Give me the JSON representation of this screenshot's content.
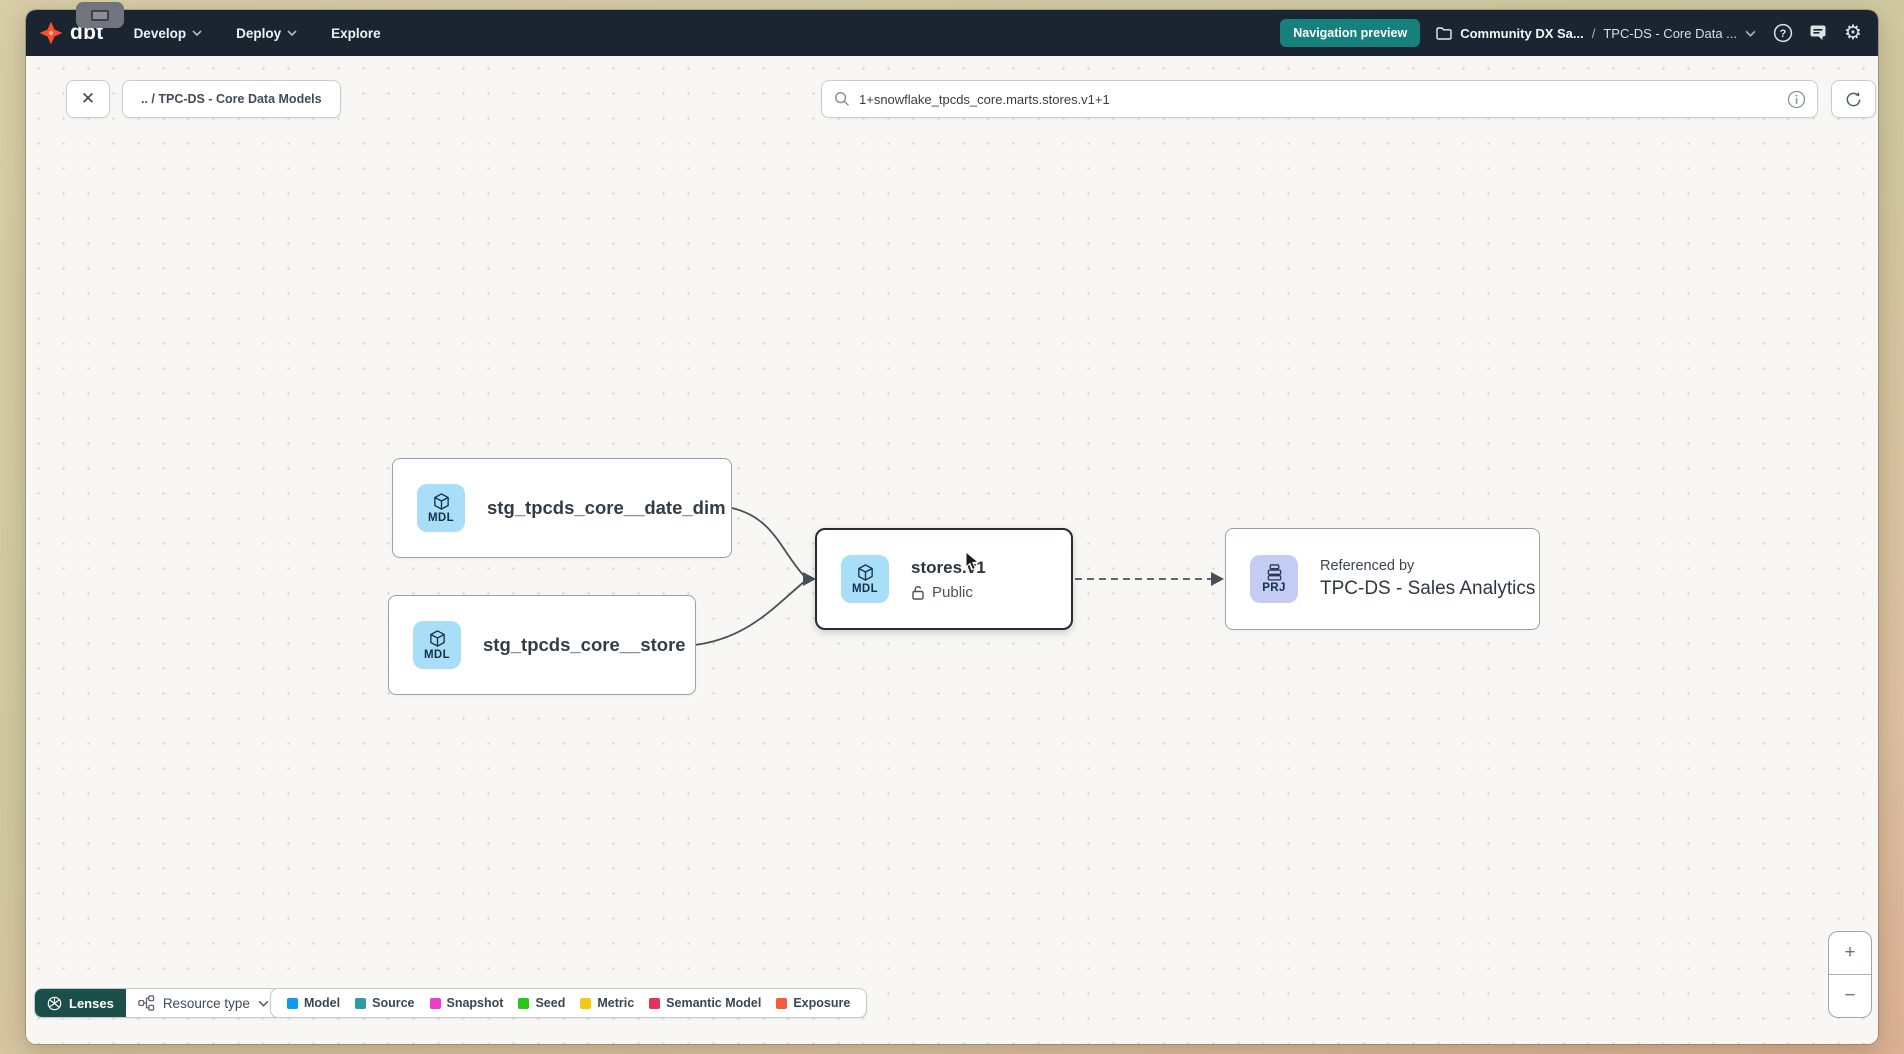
{
  "navbar": {
    "logo_text": "dbt",
    "menu_items": [
      {
        "label": "Develop"
      },
      {
        "label": "Deploy"
      },
      {
        "label": "Explore"
      }
    ],
    "preview_badge": "Navigation preview",
    "account_name": "Community DX Sa...",
    "breadcrumb_separator": "/",
    "project_name": "TPC-DS - Core Data ..."
  },
  "toolbar": {
    "close_label": "✕",
    "breadcrumb_chip": ".. / TPC-DS - Core Data Models",
    "search_value": "1+snowflake_tpcds_core.marts.stores.v1+1"
  },
  "graph": {
    "nodes": {
      "date_dim": {
        "badge": "MDL",
        "label": "stg_tpcds_core__date_dim"
      },
      "store": {
        "badge": "MDL",
        "label": "stg_tpcds_core__store"
      },
      "stores_v1": {
        "badge": "MDL",
        "title": "stores.v1",
        "access": "Public"
      },
      "referenced_project": {
        "badge": "PRJ",
        "caption": "Referenced by",
        "label": "TPC-DS - Sales Analytics"
      }
    }
  },
  "footer": {
    "lenses_label": "Lenses",
    "resource_type_label": "Resource type",
    "legend": [
      {
        "label": "Model",
        "color": "#0f9bf0"
      },
      {
        "label": "Source",
        "color": "#2f9ba5"
      },
      {
        "label": "Snapshot",
        "color": "#ee3ec8"
      },
      {
        "label": "Seed",
        "color": "#2bc717"
      },
      {
        "label": "Metric",
        "color": "#f7c716"
      },
      {
        "label": "Semantic Model",
        "color": "#e8305f"
      },
      {
        "label": "Exposure",
        "color": "#f35b3c"
      }
    ]
  },
  "zoom_controls": {
    "zoom_in": "+",
    "zoom_out": "−"
  },
  "icons": [
    "dbt-logo-icon",
    "chevron-down-icon",
    "folder-icon",
    "help-icon",
    "feedback-icon",
    "gear-icon",
    "close-icon",
    "search-icon",
    "info-icon",
    "refresh-icon",
    "model-cube-icon",
    "project-icon",
    "lock-open-icon",
    "lenses-icon",
    "resource-type-icon",
    "plus-icon",
    "minus-icon"
  ],
  "colors": {
    "navbar_bg": "#1b2431",
    "preview_badge_bg": "#15807c",
    "brand_orange": "#ff4f2e",
    "mdl_icon_bg": "#a8def8",
    "prj_icon_bg": "#c4ccf4",
    "lenses_bg": "#1c4f4a",
    "selected_node_border": "#222d39"
  }
}
